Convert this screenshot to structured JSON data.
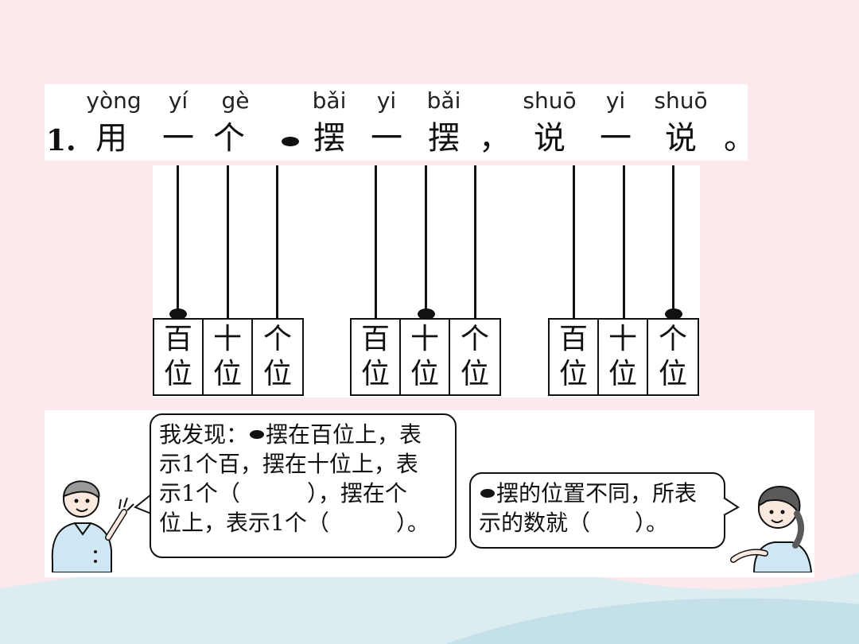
{
  "question": {
    "number": "1.",
    "pinyin": [
      "yòng",
      "yí",
      "gè",
      "bǎi",
      "yi",
      "bǎi",
      "shuō",
      "yi",
      "shuō"
    ],
    "hanzi": [
      "用",
      "一",
      "个",
      "摆",
      "一",
      "摆",
      "，",
      "说",
      "一",
      "说",
      "。"
    ]
  },
  "abacus": {
    "groups": [
      {
        "labels": [
          [
            "百",
            "位"
          ],
          [
            "十",
            "位"
          ],
          [
            "个",
            "位"
          ]
        ],
        "bead_place": "百位"
      },
      {
        "labels": [
          [
            "百",
            "位"
          ],
          [
            "十",
            "位"
          ],
          [
            "个",
            "位"
          ]
        ],
        "bead_place": "十位"
      },
      {
        "labels": [
          [
            "百",
            "位"
          ],
          [
            "十",
            "位"
          ],
          [
            "个",
            "位"
          ]
        ],
        "bead_place": "个位"
      }
    ]
  },
  "bubble_left": {
    "line1_prefix": "我发现：",
    "line1_suffix": "摆在百位上，表",
    "line2": "示1个百，摆在十位上，表",
    "line3": "示1个（　　　），摆在个",
    "line4": "位上，表示1个（　　　）。"
  },
  "bubble_right": {
    "line1_suffix": "摆的位置不同，所表",
    "line2": "示的数就（　　）。"
  },
  "colors": {
    "background": "#fde9ec",
    "swoosh": "#cfe6ee",
    "ink": "#111111"
  },
  "icons": [
    "bead-icon",
    "boy-illustration",
    "girl-illustration"
  ]
}
